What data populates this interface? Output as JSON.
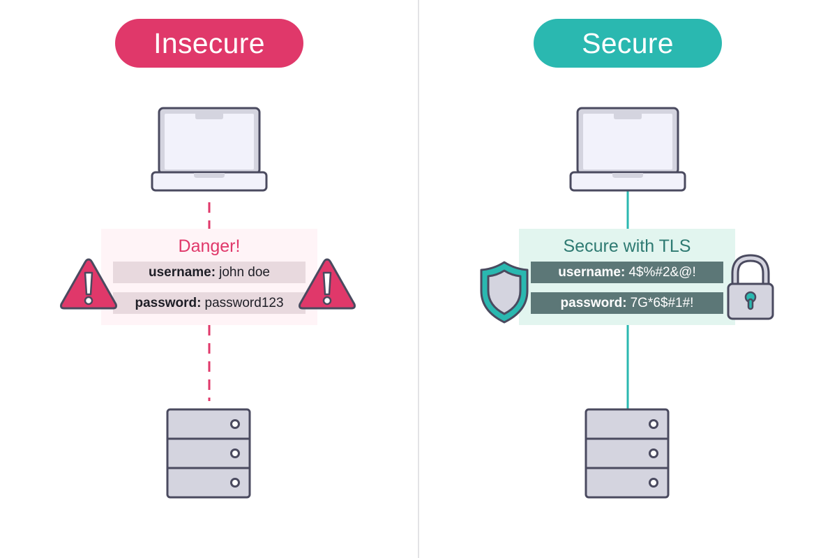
{
  "colors": {
    "danger": "#e0386a",
    "secure": "#2ab8b0",
    "device_fill": "#d4d4df",
    "device_stroke": "#4a4a5f",
    "danger_panel_bg": "#fff4f7",
    "danger_field_bg": "#e8d9de",
    "secure_panel_bg": "#e2f5ef",
    "secure_field_bg": "#5c7777",
    "secure_title": "#2e7a72"
  },
  "insecure": {
    "label": "Insecure",
    "connection": "dashed",
    "panel_title": "Danger!",
    "fields": [
      {
        "key": "username:",
        "value": "john doe"
      },
      {
        "key": "password:",
        "value": "password123"
      }
    ],
    "icons": [
      "laptop-icon",
      "warning-icon",
      "warning-icon",
      "server-icon"
    ]
  },
  "secure": {
    "label": "Secure",
    "connection": "solid",
    "panel_title": "Secure with TLS",
    "fields": [
      {
        "key": "username:",
        "value": "4$%#2&@!"
      },
      {
        "key": "password:",
        "value": "7G*6$#1#!"
      }
    ],
    "icons": [
      "laptop-icon",
      "shield-icon",
      "padlock-icon",
      "server-icon"
    ]
  }
}
